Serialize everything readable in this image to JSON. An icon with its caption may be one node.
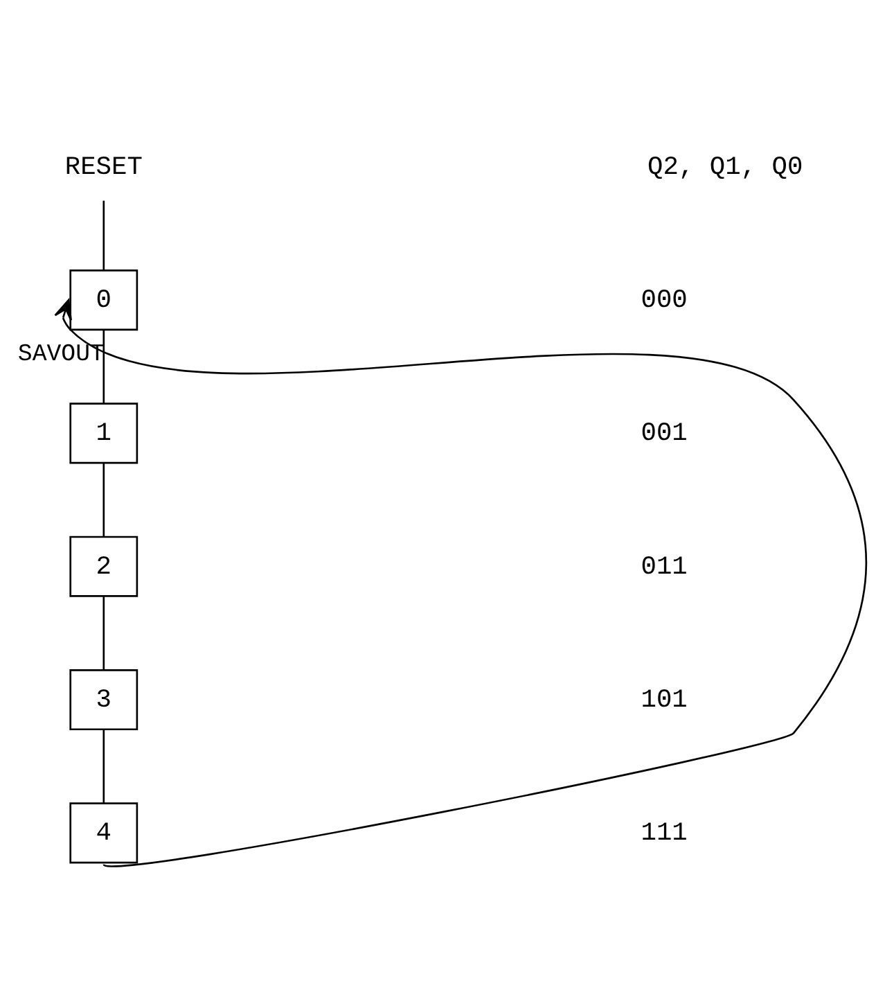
{
  "diagram": {
    "nodes": [
      {
        "text": [
          "RESET"
        ]
      },
      {
        "text": [
          "0"
        ]
      },
      {
        "text": [
          "1"
        ]
      },
      {
        "text": [
          "2"
        ]
      },
      {
        "text": [
          "3"
        ]
      },
      {
        "text": [
          "4"
        ]
      }
    ],
    "edges": [
      {
        "from": 0,
        "to": 1,
        "arrow": "none"
      },
      {
        "from": 1,
        "to": 2,
        "arrow": "none",
        "label": "SAVOUT"
      },
      {
        "from": 2,
        "to": 3,
        "arrow": "none"
      },
      {
        "from": 3,
        "to": 4,
        "arrow": "none"
      },
      {
        "from": 4,
        "to": 5,
        "arrow": "none"
      },
      {
        "from": 5,
        "to": 1,
        "arrow": "to"
      }
    ],
    "labels": [
      "Q2, Q1, Q0",
      "000",
      "001",
      "011",
      "101",
      "111"
    ]
  }
}
